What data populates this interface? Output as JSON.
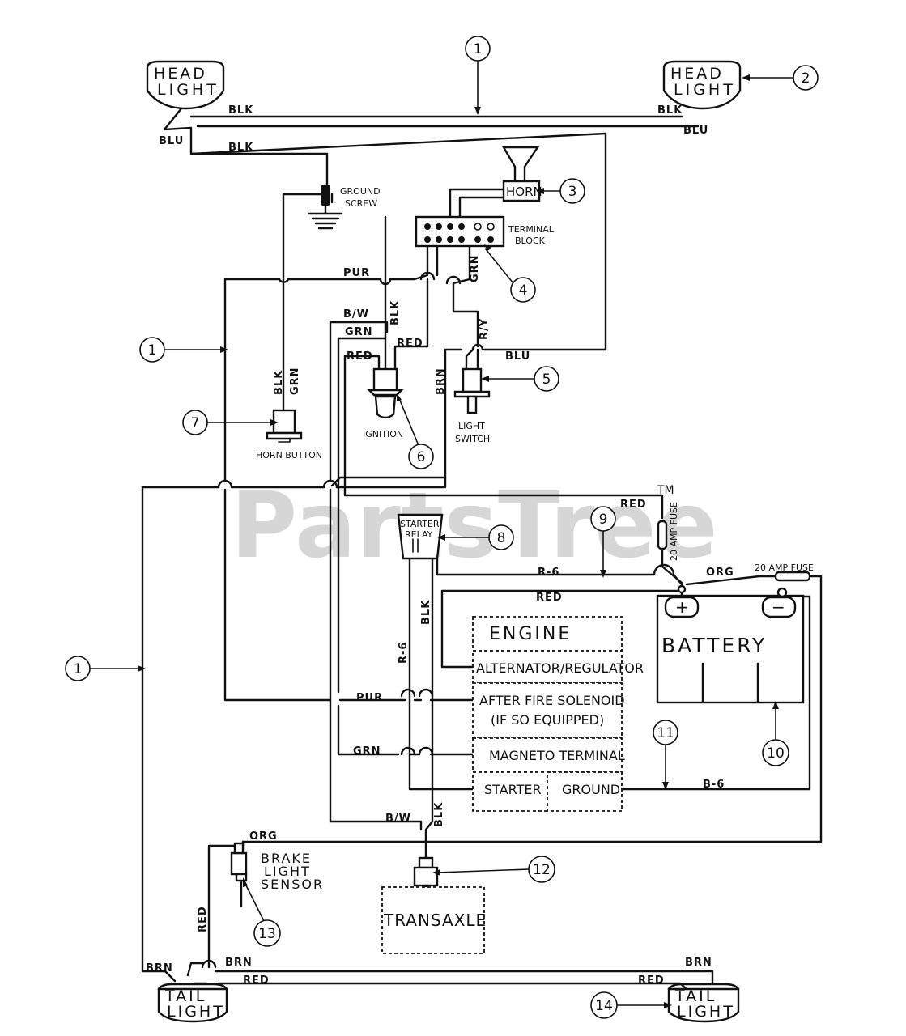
{
  "watermark": {
    "text": "PartsTree",
    "tm": "TM"
  },
  "components": {
    "head_light_left": [
      "HEAD",
      "LIGHT"
    ],
    "head_light_right": [
      "HEAD",
      "LIGHT"
    ],
    "tail_light_left": [
      "TAIL",
      "LIGHT"
    ],
    "tail_light_right": [
      "TAIL",
      "LIGHT"
    ],
    "horn": "HORN",
    "ground_screw": [
      "GROUND",
      "SCREW"
    ],
    "terminal_block": [
      "TERMINAL",
      "BLOCK"
    ],
    "ignition": "IGNITION",
    "light_switch": [
      "LIGHT",
      "SWITCH"
    ],
    "horn_button": "HORN BUTTON",
    "starter_relay": [
      "STARTER",
      "RELAY"
    ],
    "fuse_20_vertical": "20 AMP FUSE",
    "fuse_20_horizontal": "20 AMP FUSE",
    "battery": "BATTERY",
    "battery_plus": "+",
    "battery_minus": "−",
    "brake_light_sensor": [
      "BRAKE",
      "LIGHT",
      "SENSOR"
    ],
    "transaxle": "TRANSAXLE"
  },
  "engine": {
    "title": "ENGINE",
    "alternator": "ALTERNATOR/REGULATOR",
    "after_fire": [
      "AFTER FIRE SOLENOID",
      "(IF SO EQUIPPED)"
    ],
    "magneto": "MAGNETO TERMINAL",
    "starter": "STARTER",
    "ground": "GROUND"
  },
  "wire_labels": {
    "blk_top": "BLK",
    "blk_top_right": "BLK",
    "blu_left": "BLU",
    "blu_right": "BLU",
    "blk_ground": "BLK",
    "pur_top": "PUR",
    "grn_tb": "GRN",
    "b_w_top": "B/W",
    "blk_ign": "BLK",
    "grn_ign": "GRN",
    "red_ign": "RED",
    "red_ign2": "RED",
    "r_y": "R/Y",
    "blu_switch": "BLU",
    "brn_switch": "BRN",
    "blk_horn": "BLK",
    "grn_horn": "GRN",
    "red_fuse": "RED",
    "r6_top": "R-6",
    "red_alt": "RED",
    "org_batt": "ORG",
    "r6_vert": "R-6",
    "blk_vert": "BLK",
    "pur_mid": "PUR",
    "grn_mid": "GRN",
    "b6": "B-6",
    "b_w_low": "B/W",
    "blk_low": "BLK",
    "org_brake": "ORG",
    "red_brake": "RED",
    "brn_left": "BRN",
    "brn_mid": "BRN",
    "brn_right": "BRN",
    "red_tail_left": "RED",
    "red_tail_right": "RED"
  },
  "callouts": {
    "c1_top": "1",
    "c1_mid": "1",
    "c1_low": "1",
    "c2": "2",
    "c3": "3",
    "c4": "4",
    "c5": "5",
    "c6": "6",
    "c7": "7",
    "c8": "8",
    "c9": "9",
    "c10": "10",
    "c11": "11",
    "c12": "12",
    "c13": "13",
    "c14": "14"
  }
}
